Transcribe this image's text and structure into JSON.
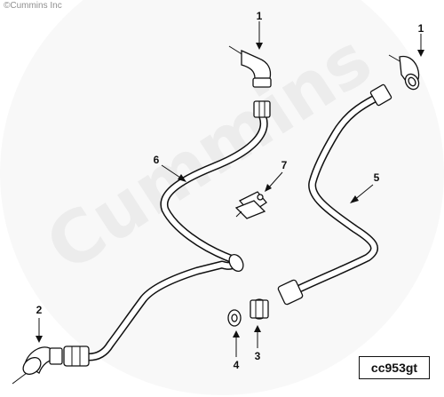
{
  "copyright": "©Cummins Inc",
  "watermark": "Cummins",
  "figure_id": "cc953gt",
  "callouts": [
    "1",
    "1",
    "2",
    "3",
    "4",
    "5",
    "6",
    "7"
  ],
  "colors": {
    "line": "#111111",
    "watermark": "#ececec",
    "copyright": "#8f8f8f"
  }
}
